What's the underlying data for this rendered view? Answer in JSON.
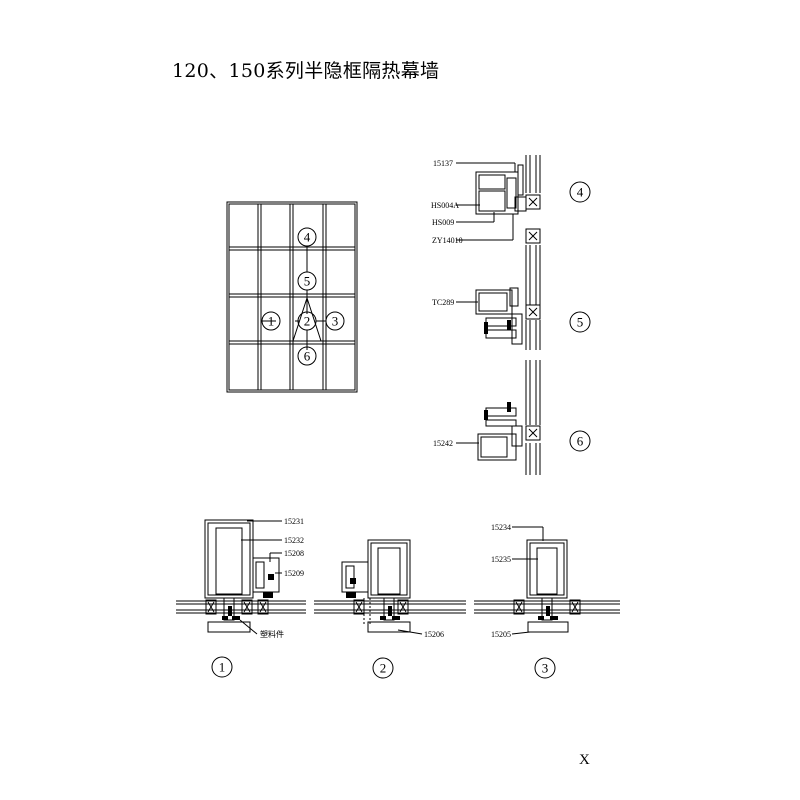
{
  "title": "120、150系列半隐框隔热幕墙",
  "page_number": "X",
  "elevation": {
    "markers": [
      "1",
      "2",
      "3",
      "4",
      "5",
      "6"
    ]
  },
  "vertical_section": {
    "labels": [
      "15137",
      "HS004A",
      "HS009",
      "ZY14010",
      "TC289",
      "15242"
    ],
    "markers": [
      "4",
      "5",
      "6"
    ]
  },
  "horizontal_sections": {
    "section_1": {
      "labels": [
        "15231",
        "15232",
        "15208",
        "15209",
        "塑料件"
      ],
      "marker": "1"
    },
    "section_2": {
      "labels": [
        "15206"
      ],
      "marker": "2"
    },
    "section_3": {
      "labels": [
        "15234",
        "15235",
        "15205"
      ],
      "marker": "3"
    }
  }
}
